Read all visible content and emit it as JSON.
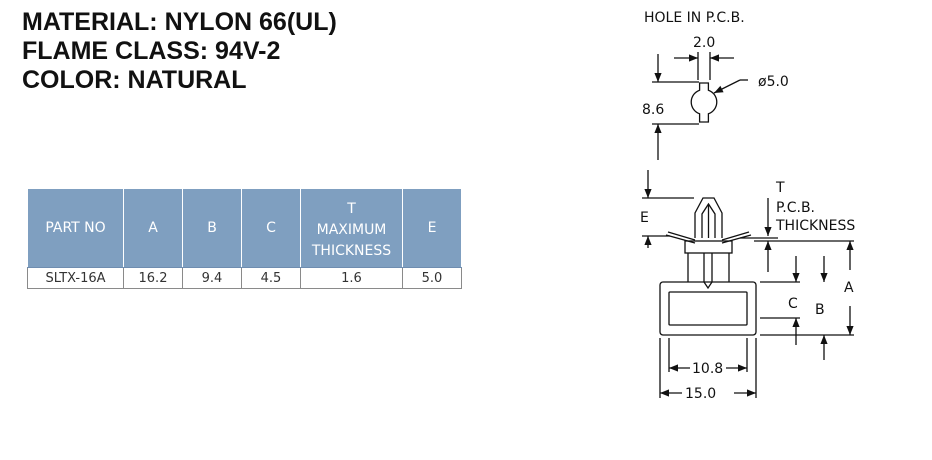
{
  "specs": {
    "material": "MATERIAL: NYLON 66(UL)",
    "flame_class": "FLAME CLASS: 94V-2",
    "color": "COLOR: NATURAL"
  },
  "table": {
    "headers": {
      "part_no": "PART NO",
      "a": "A",
      "b": "B",
      "c": "C",
      "t_symbol": "T",
      "t_line1": "MAXIMUM",
      "t_line2": "THICKNESS",
      "e": "E"
    },
    "rows": [
      {
        "part_no": "SLTX-16A",
        "a": "16.2",
        "b": "9.4",
        "c": "4.5",
        "t": "1.6",
        "e": "5.0"
      }
    ],
    "header_color": "#7f9fc0"
  },
  "drawing": {
    "hole_title": "HOLE IN P.C.B.",
    "slot_width": "2.0",
    "hole_diameter": "ø5.0",
    "hole_height": "8.6",
    "t_symbol": "T",
    "pcb_label": "P.C.B.",
    "thickness_label": "THICKNESS",
    "e_label": "E",
    "a_label": "A",
    "b_label": "B",
    "c_label": "C",
    "inner_width": "10.8",
    "outer_width": "15.0"
  }
}
